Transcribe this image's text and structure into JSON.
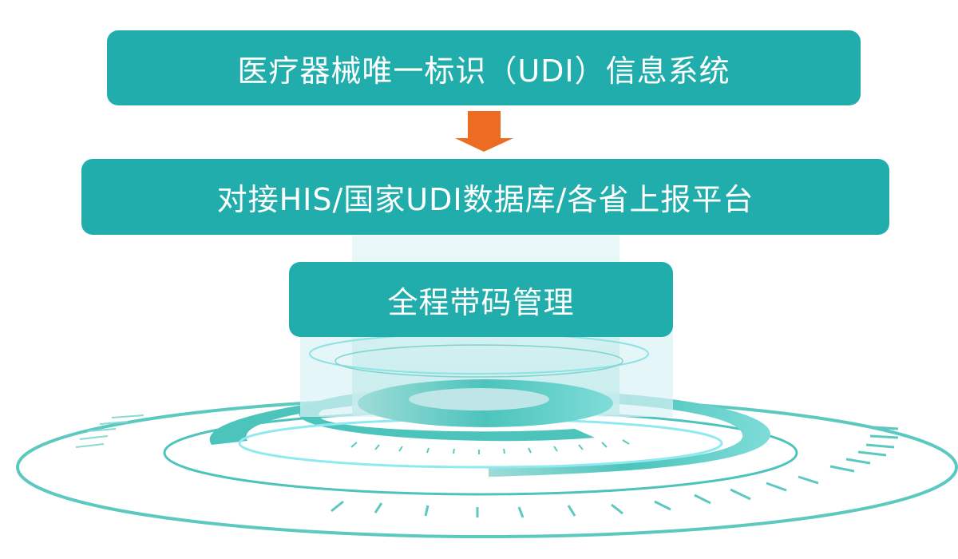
{
  "boxes": [
    {
      "label": "医疗器械唯一标识（UDI）信息系统"
    },
    {
      "label": "对接HIS/国家UDI数据库/各省上报平台"
    },
    {
      "label": "全程带码管理"
    }
  ],
  "colors": {
    "box": "#22adad",
    "arrow": "#ec6d21",
    "ring": "#4cc4bc",
    "ring_light": "#8eeaf0"
  },
  "icons": {
    "arrow": "arrow-down-icon"
  }
}
